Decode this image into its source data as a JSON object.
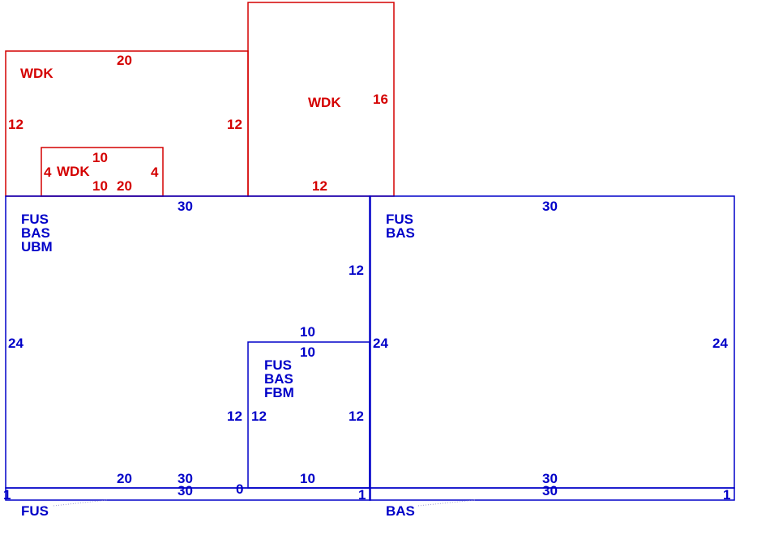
{
  "colors": {
    "deck": "#d40000",
    "building": "#0000c8",
    "leader": "#9a9ad0"
  },
  "deck": {
    "main_area": {
      "code": "WDK",
      "top": "20",
      "left": "12",
      "right": "12",
      "bottom": "20"
    },
    "upper_area": {
      "code": "WDK",
      "right": "16",
      "bottom": "12"
    },
    "step_area": {
      "code": "WDK",
      "left": "4",
      "right": "4",
      "top": "10",
      "bottom": "10"
    }
  },
  "building": {
    "left_section": {
      "codes": [
        "FUS",
        "BAS",
        "UBM"
      ],
      "top": "30",
      "left": "24",
      "right": "12",
      "bottom": "30",
      "bottom_left": "20"
    },
    "basement_room": {
      "codes": [
        "FUS",
        "BAS",
        "FBM"
      ],
      "top_outer": "10",
      "top_inner": "10",
      "left_outer": "12",
      "left_inner": "12",
      "right": "12",
      "bottom": "10",
      "corner": "0"
    },
    "right_section": {
      "codes": [
        "FUS",
        "BAS"
      ],
      "top": "30",
      "left": "24",
      "right": "24",
      "bottom": "30"
    },
    "left_strip": {
      "code": "FUS",
      "width": "30",
      "left": "1",
      "right": "1"
    },
    "right_strip": {
      "code": "BAS",
      "width": "30",
      "right": "1"
    }
  }
}
